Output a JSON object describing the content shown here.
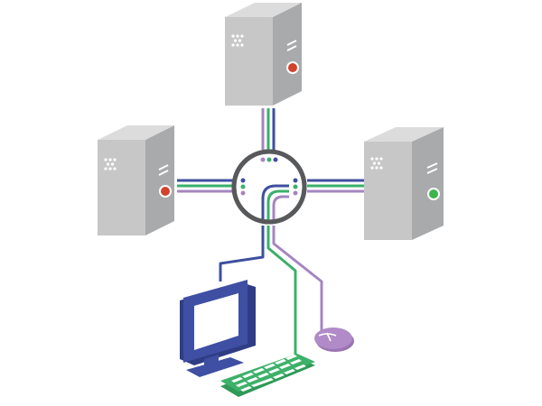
{
  "diagram": {
    "devices": [
      {
        "id": "server-top",
        "kind": "tower-computer",
        "power_led": "red"
      },
      {
        "id": "server-left",
        "kind": "tower-computer",
        "power_led": "red"
      },
      {
        "id": "server-right",
        "kind": "tower-computer",
        "power_led": "green"
      },
      {
        "id": "kvm-switch",
        "kind": "circular-hub"
      },
      {
        "id": "monitor",
        "kind": "monitor"
      },
      {
        "id": "keyboard",
        "kind": "keyboard"
      },
      {
        "id": "mouse",
        "kind": "mouse"
      }
    ],
    "cables": [
      {
        "from": "kvm-switch",
        "to": "monitor",
        "color": "blue"
      },
      {
        "from": "kvm-switch",
        "to": "keyboard",
        "color": "green"
      },
      {
        "from": "kvm-switch",
        "to": "mouse",
        "color": "purple"
      }
    ]
  },
  "colors": {
    "server_front": "#c7c7c8",
    "server_top": "#dcdcdd",
    "server_side": "#a9aaac",
    "led_red": "#d2432c",
    "led_green": "#3cb54a",
    "hub_ring": "#58595b",
    "cable_blue": "#3e4f9f",
    "cable_green": "#3ab06a",
    "cable_purple": "#a585c0",
    "monitor_blue": "#3f4fa3",
    "keyboard_green": "#3db16a",
    "mouse_purple": "#b08bc7"
  }
}
